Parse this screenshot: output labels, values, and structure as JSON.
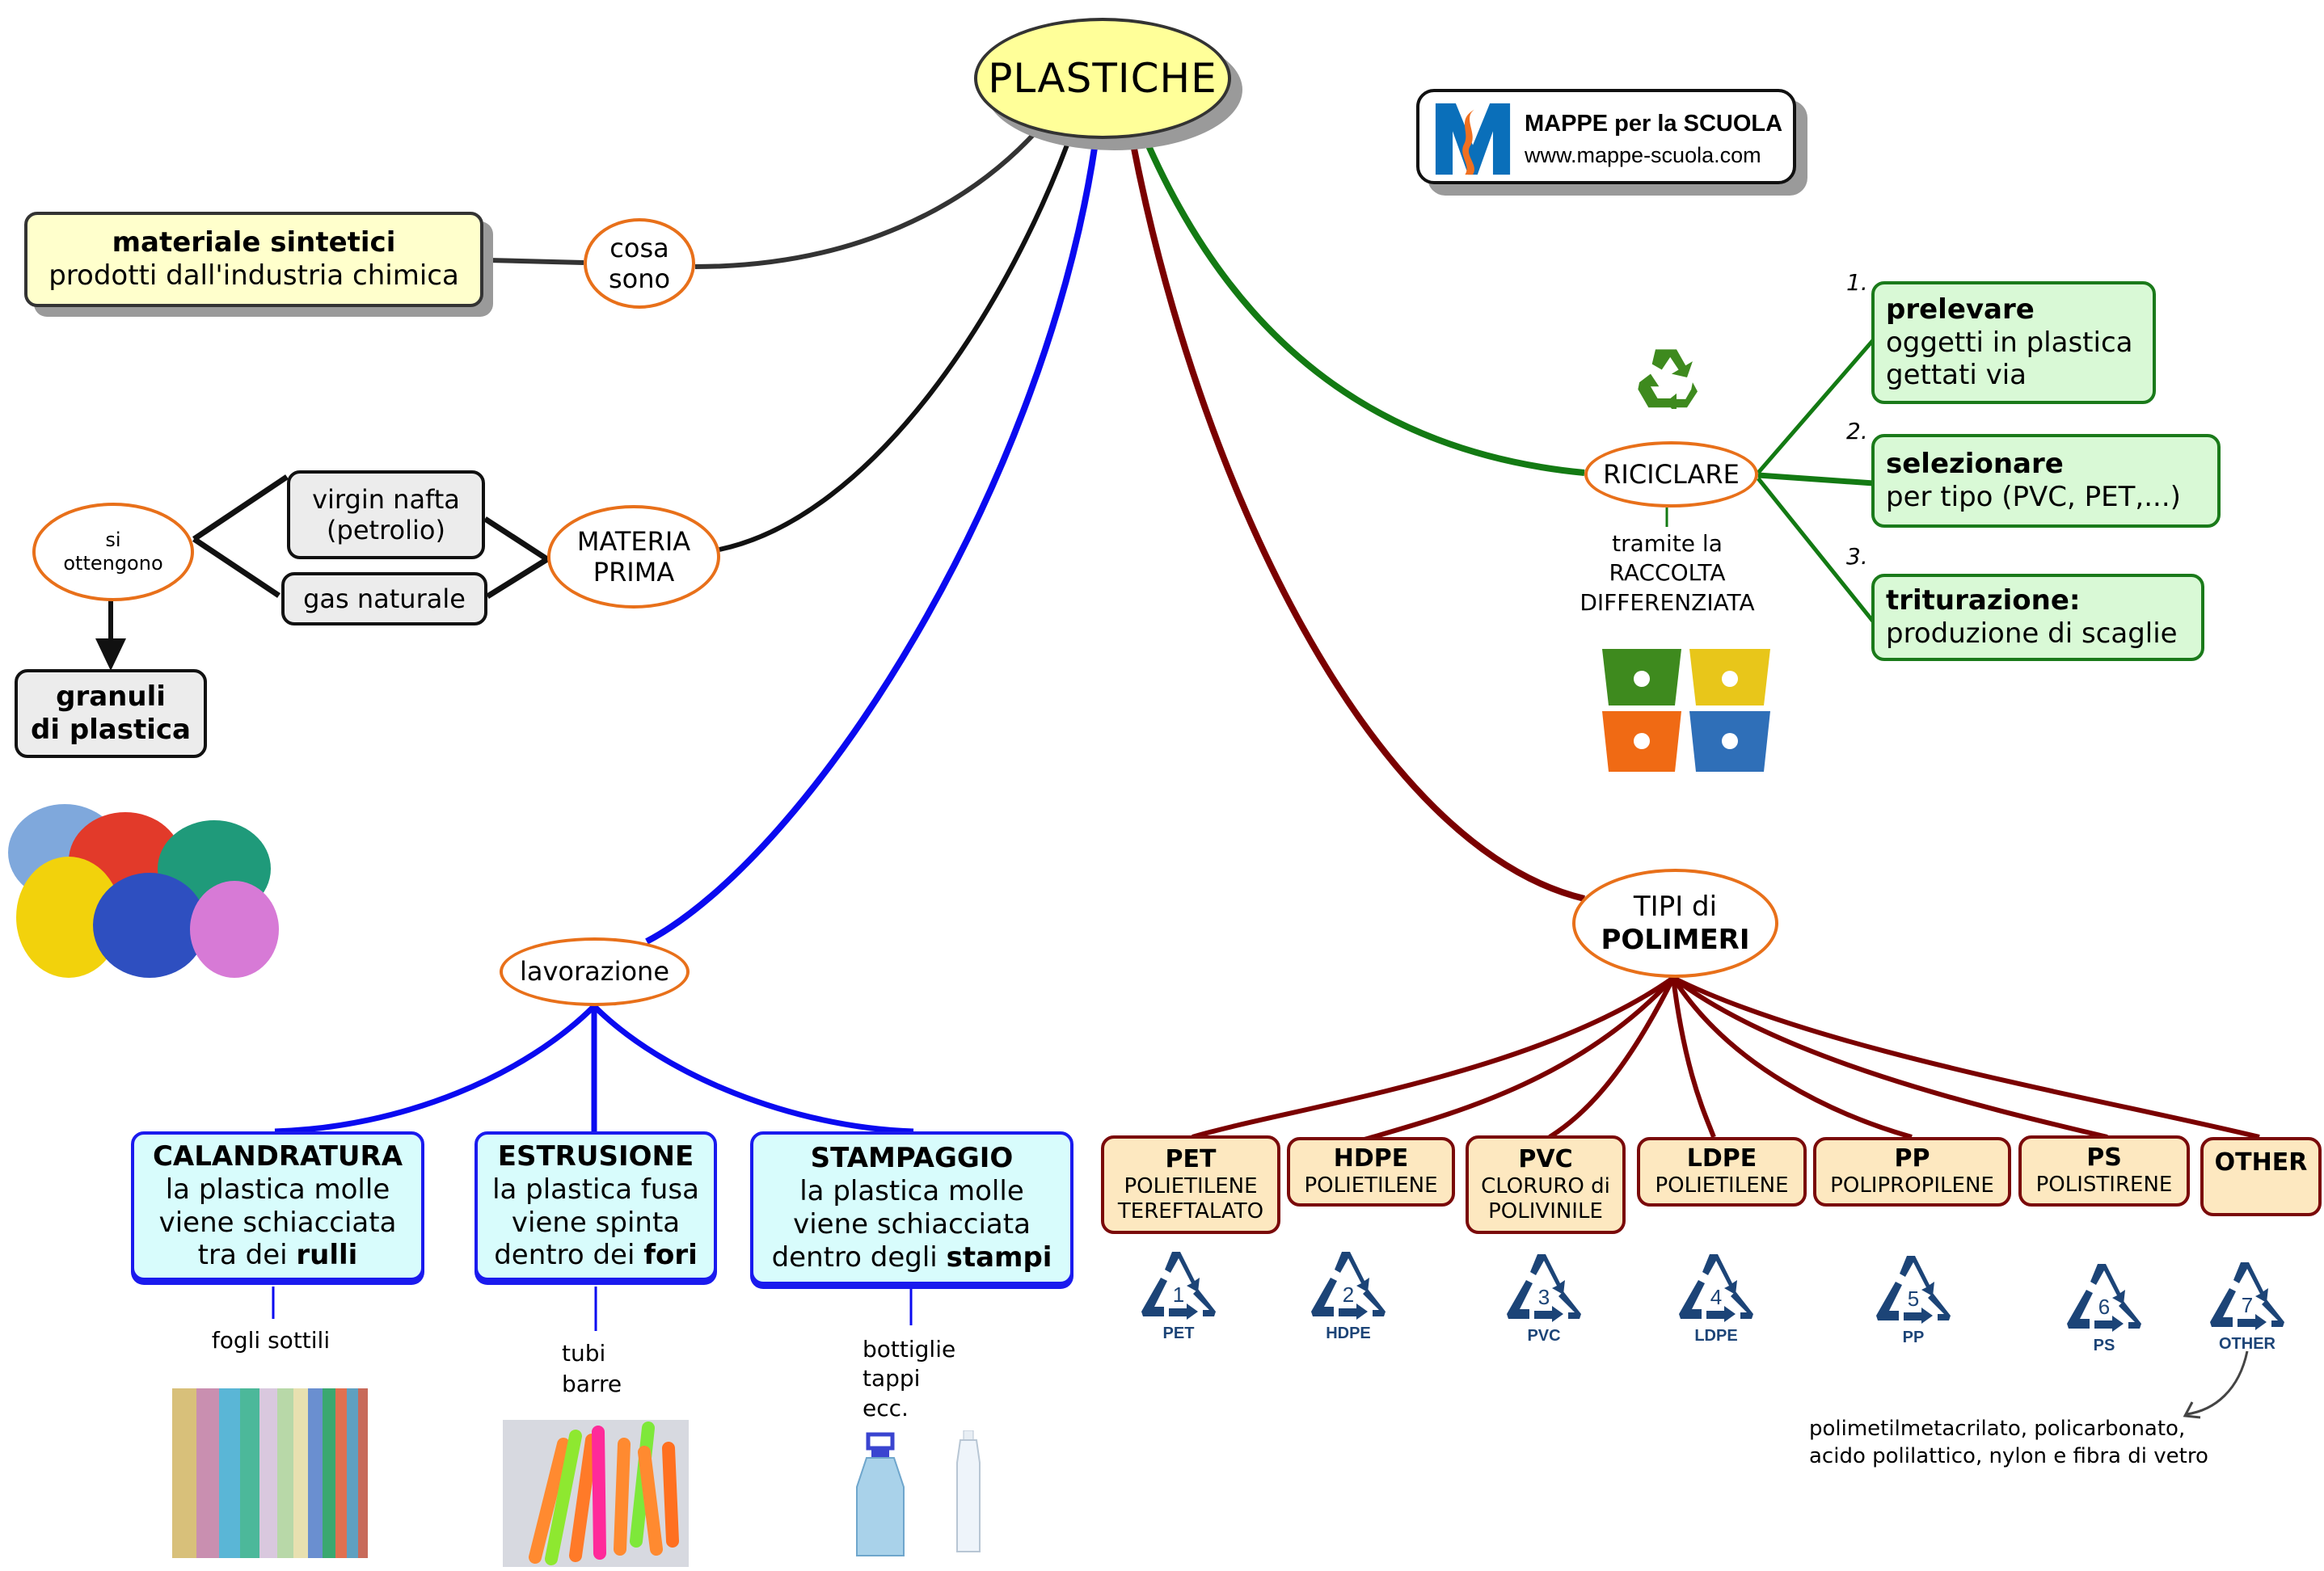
{
  "root": {
    "title": "PLASTICHE"
  },
  "logo": {
    "title": "MAPPE per la SCUOLA",
    "url": "www.mappe-scuola.com",
    "colors": {
      "blue": "#0a6fba",
      "orange": "#f07020"
    }
  },
  "cosa_sono": {
    "connector": "cosa sono",
    "connector_lines": [
      "cosa",
      "sono"
    ],
    "box_title": "materiale sintetici",
    "box_text": "prodotti dall'industria chimica"
  },
  "materia_prima": {
    "connector_lines": [
      "MATERIA",
      "PRIMA"
    ],
    "sources": [
      {
        "lines": [
          "virgin nafta",
          "(petrolio)"
        ]
      },
      {
        "lines": [
          "gas naturale"
        ]
      }
    ],
    "obtained_connector_lines": [
      "si",
      "ottengono"
    ],
    "result_lines": [
      "granuli",
      "di plastica"
    ],
    "image_label": "colored plastic granules"
  },
  "riciclare": {
    "connector": "RICICLARE",
    "note_lines": [
      "tramite la",
      "RACCOLTA",
      "DIFFERENZIATA"
    ],
    "steps": [
      {
        "number": "1.",
        "title": "prelevare",
        "lines": [
          "oggetti in plastica",
          "gettati via"
        ]
      },
      {
        "number": "2.",
        "title": "selezionare",
        "lines": [
          "per tipo (PVC, PET,...)"
        ]
      },
      {
        "number": "3.",
        "title": "triturazione:",
        "lines": [
          "produzione di scaglie"
        ]
      }
    ],
    "bin_colors": [
      "#3e8a1e",
      "#e8c61a",
      "#f06a14",
      "#2f6fb8"
    ]
  },
  "lavorazione": {
    "connector": "lavorazione",
    "processes": [
      {
        "title": "CALANDRATURA",
        "lines": [
          "la plastica molle",
          "viene schiacciata"
        ],
        "last_prefix": "tra dei ",
        "last_bold": "rulli",
        "products": [
          "fogli sottili"
        ]
      },
      {
        "title": "ESTRUSIONE",
        "lines": [
          "la plastica fusa",
          "viene spinta"
        ],
        "last_prefix": "dentro dei ",
        "last_bold": "fori",
        "products": [
          "tubi",
          "barre"
        ]
      },
      {
        "title": "STAMPAGGIO",
        "lines": [
          "la plastica molle",
          "viene schiacciata"
        ],
        "last_prefix": "dentro degli ",
        "last_bold": "stampi",
        "products": [
          "bottiglie",
          "tappi",
          "ecc."
        ]
      }
    ]
  },
  "polimeri": {
    "connector_lines": [
      "TIPI di",
      "POLIMERI"
    ],
    "types": [
      {
        "code": "PET",
        "lines": [
          "POLIETILENE",
          "TEREFTALATO"
        ],
        "resin_number": "1",
        "symbol_label": "PET"
      },
      {
        "code": "HDPE",
        "lines": [
          "POLIETILENE"
        ],
        "resin_number": "2",
        "symbol_label": "HDPE"
      },
      {
        "code": "PVC",
        "lines": [
          "CLORURO di",
          "POLIVINILE"
        ],
        "resin_number": "3",
        "symbol_label": "PVC"
      },
      {
        "code": "LDPE",
        "lines": [
          "POLIETILENE"
        ],
        "resin_number": "4",
        "symbol_label": "LDPE"
      },
      {
        "code": "PP",
        "lines": [
          "POLIPROPILENE"
        ],
        "resin_number": "5",
        "symbol_label": "PP"
      },
      {
        "code": "PS",
        "lines": [
          "POLISTIRENE"
        ],
        "resin_number": "6",
        "symbol_label": "PS"
      },
      {
        "code": "OTHER",
        "lines": [],
        "resin_number": "7",
        "symbol_label": "OTHER"
      }
    ],
    "other_note_lines": [
      "polimetilmetacrilato, policarbonato,",
      "acido polilattico, nylon e fibra di vetro"
    ]
  },
  "colors": {
    "branch_cosa": "#333333",
    "branch_materia": "#111111",
    "branch_lavorazione": "#0a0af0",
    "branch_polimeri": "#7a0000",
    "branch_riciclare": "#137a13",
    "connector_border": "#e8701a",
    "root_fill": "#ffff99",
    "resin_symbol": "#1c4477"
  }
}
